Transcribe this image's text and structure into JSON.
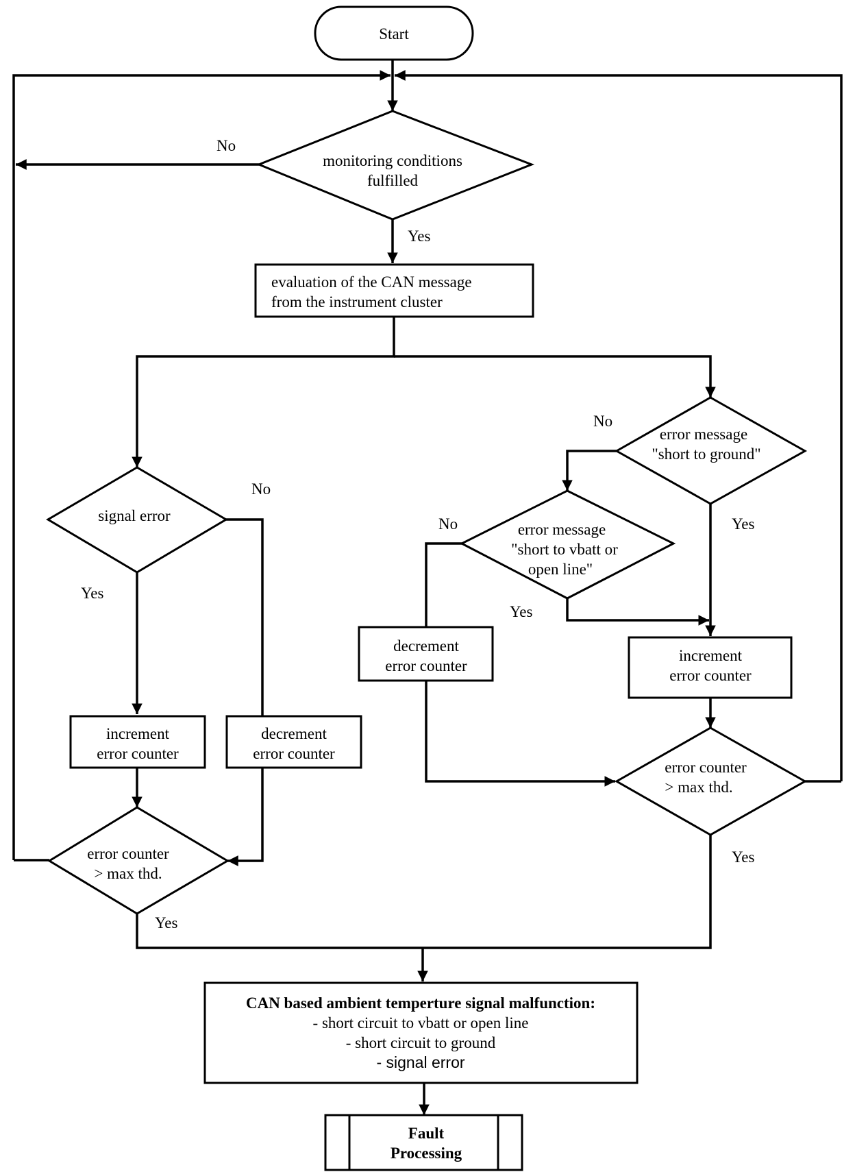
{
  "nodes": {
    "start": "Start",
    "monitoring": [
      "monitoring conditions",
      "fulfilled"
    ],
    "evaluation": [
      "evaluation of the CAN message",
      "from the instrument cluster"
    ],
    "signal_error": "signal error",
    "left_increment": [
      "increment",
      "error counter"
    ],
    "left_decrement": [
      "decrement",
      "error counter"
    ],
    "left_threshold": [
      "error counter",
      "> max thd."
    ],
    "err_ground": [
      "error message",
      "\"short to ground\""
    ],
    "err_vbatt": [
      "error message",
      "\"short to vbatt or",
      "open line\""
    ],
    "right_decrement": [
      "decrement",
      "error counter"
    ],
    "right_increment": [
      "increment",
      "error counter"
    ],
    "right_threshold": [
      "error counter",
      "> max thd."
    ],
    "malfunction": {
      "title": "CAN based ambient temperture signal malfunction:",
      "items": [
        "- short circuit to vbatt or open line",
        "- short circuit to ground",
        "- signal error"
      ]
    },
    "fault": [
      "Fault",
      "Processing"
    ]
  },
  "edge_labels": {
    "monitoring_no": "No",
    "monitoring_yes": "Yes",
    "signal_no": "No",
    "signal_yes": "Yes",
    "left_threshold_yes": "Yes",
    "ground_no": "No",
    "ground_yes": "Yes",
    "vbatt_no": "No",
    "vbatt_yes": "Yes",
    "right_threshold_yes": "Yes"
  },
  "colors": {
    "line": "#000000",
    "fill": "#ffffff"
  }
}
